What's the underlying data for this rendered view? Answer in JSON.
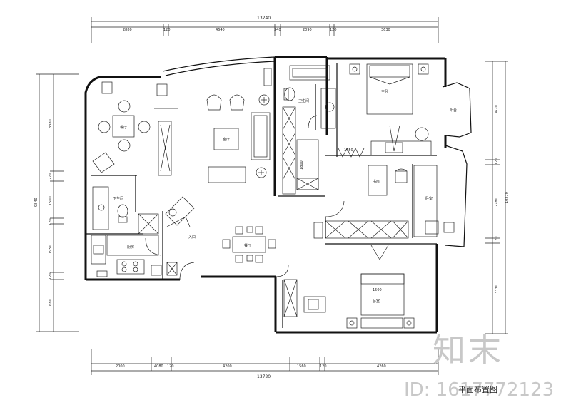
{
  "dimensions": {
    "top_total": "13240",
    "top_segments": [
      "2880",
      "120",
      "4640",
      "240",
      "2090",
      "120",
      "3630"
    ],
    "bottom_total": "13720",
    "bottom_segments": [
      "2000",
      "4080",
      "120",
      "4200",
      "1560",
      "120",
      "4260"
    ],
    "left_total": "9840",
    "left_segments": [
      "3380",
      "270",
      "1500",
      "120",
      "1950",
      "120",
      "1680"
    ],
    "right_total": "10270",
    "right_segments": [
      "3670",
      "120",
      "2780",
      "120",
      "3330"
    ]
  },
  "rooms": {
    "dining_small": "餐厅",
    "living": "客厅",
    "bath1": "卫生间",
    "bath2": "卫生间",
    "kitchen": "厨房",
    "dining": "餐厅",
    "master_bed": "主卧",
    "study": "书房",
    "bed2": "卧室",
    "bed3": "卧室",
    "balcony": "阳台",
    "door_label": "入口",
    "bed_tag1": "1800",
    "bed_tag2": "1500",
    "size_1": "1950"
  },
  "watermark": {
    "logo": "知末",
    "id_text": "ID: 1617772123"
  },
  "caption": "平面布置图"
}
